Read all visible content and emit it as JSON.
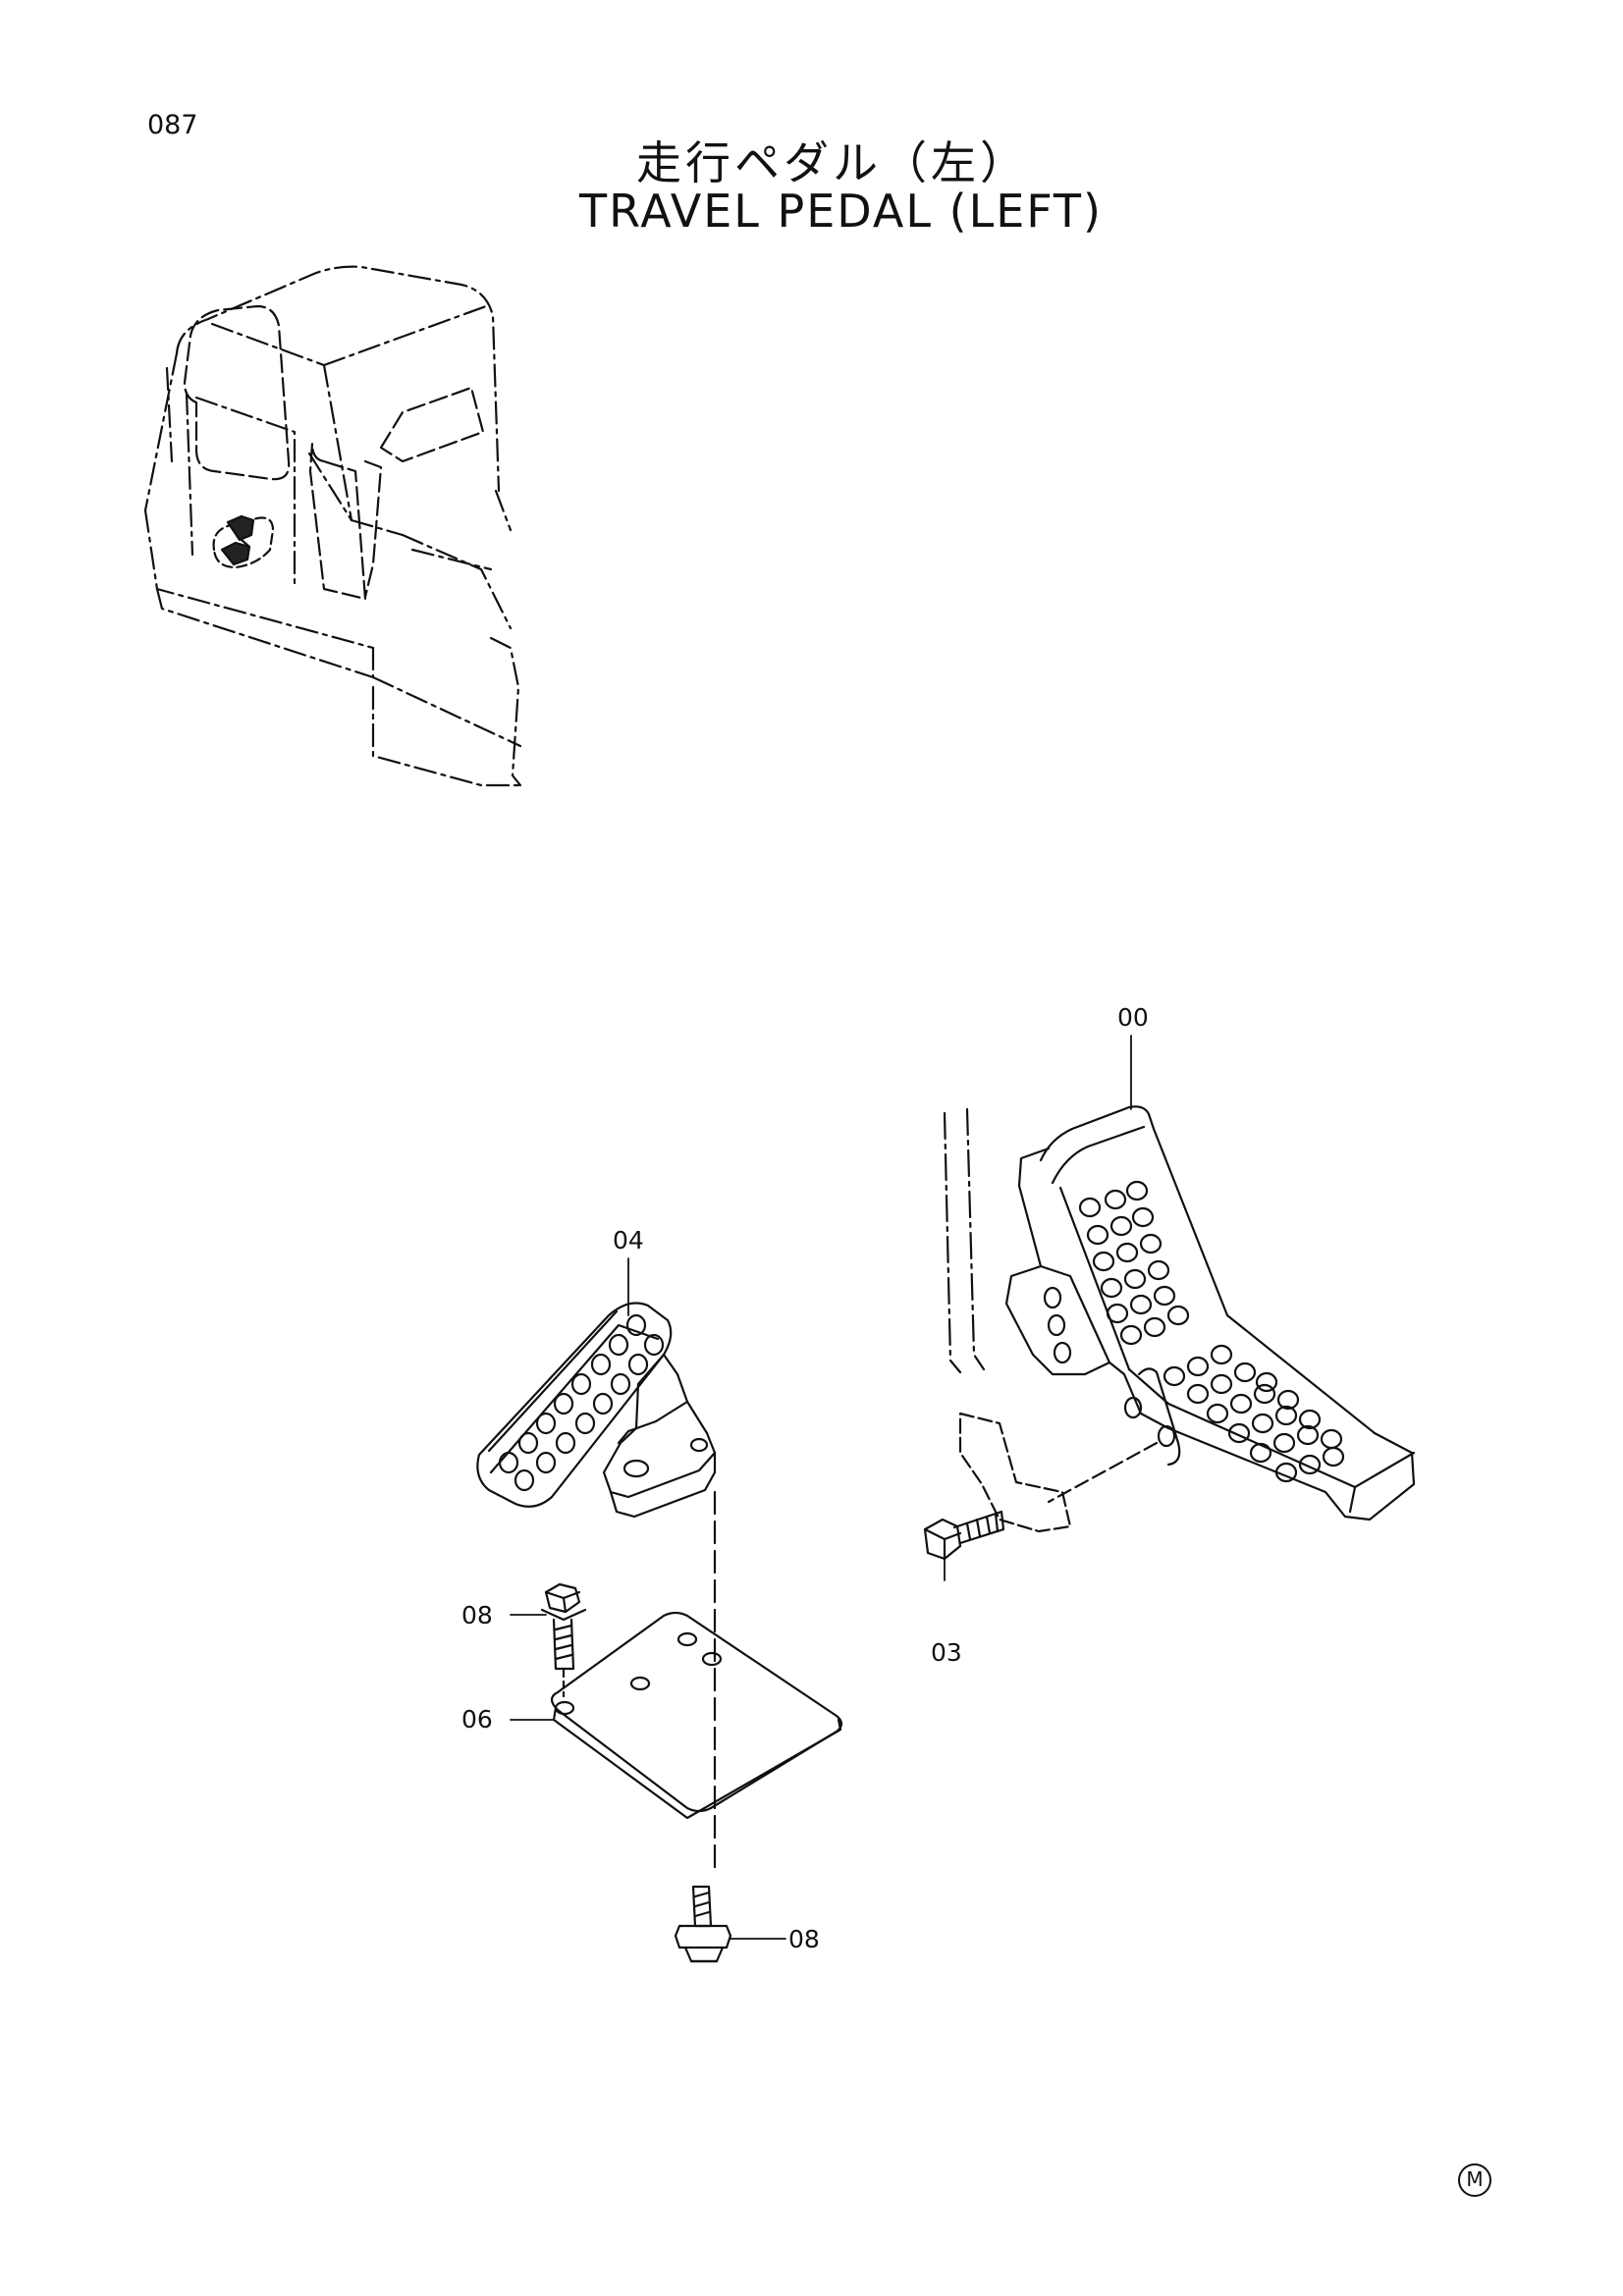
{
  "page": {
    "number": "087",
    "title_ja": "走行ペダル（左）",
    "title_en": "TRAVEL PEDAL (LEFT)",
    "mark": "M"
  },
  "callouts": [
    {
      "id": "00",
      "label": "00"
    },
    {
      "id": "03",
      "label": "03"
    },
    {
      "id": "04",
      "label": "04"
    },
    {
      "id": "06",
      "label": "06"
    },
    {
      "id": "08a",
      "label": "08"
    },
    {
      "id": "08b",
      "label": "08"
    }
  ]
}
